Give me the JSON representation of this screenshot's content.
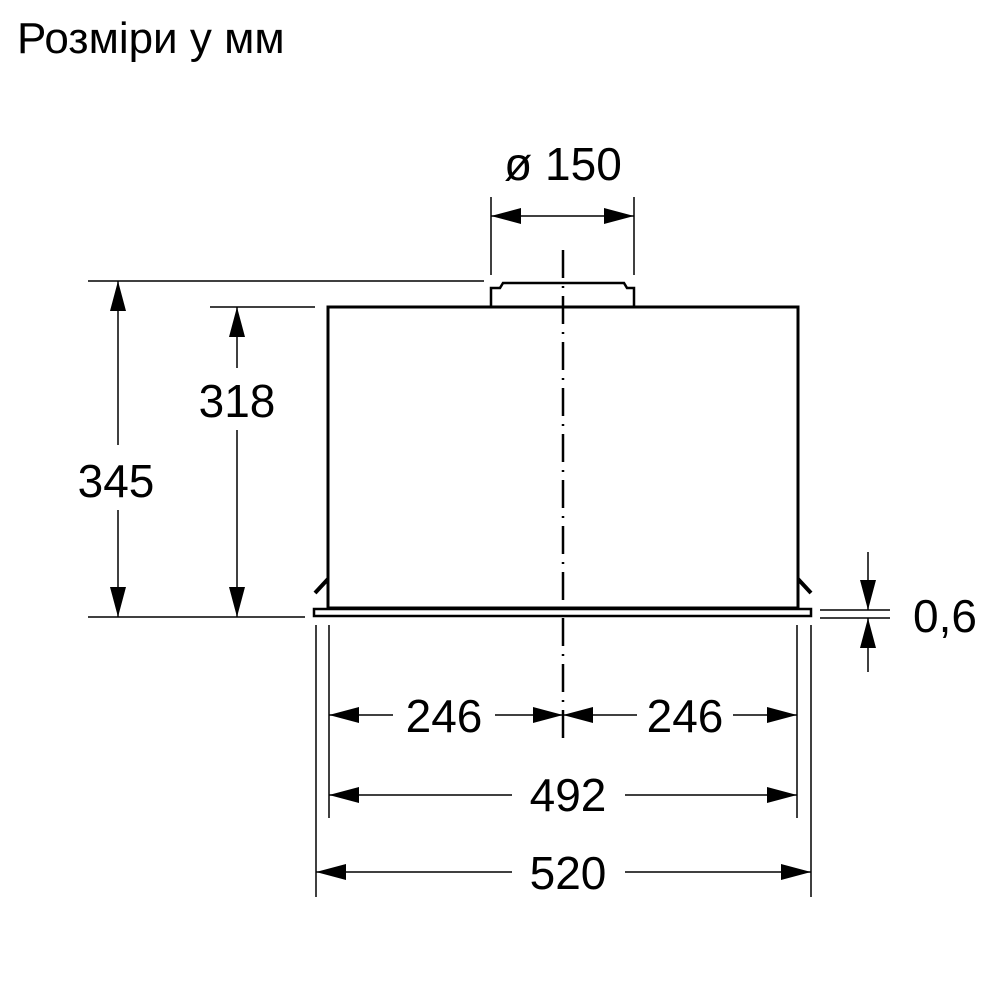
{
  "title": "Розміри у мм",
  "colors": {
    "line": "#000000",
    "background": "#ffffff"
  },
  "dimensions": {
    "duct_diameter": "ø 150",
    "total_height": "345",
    "body_height": "318",
    "glass_thickness": "0,6",
    "half_width_left": "246",
    "half_width_right": "246",
    "inner_width": "492",
    "outer_width": "520"
  }
}
